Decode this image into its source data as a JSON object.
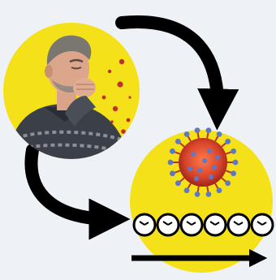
{
  "illustration": {
    "background_color": "#eef1f6",
    "circle_color": "#f5e11a",
    "arrow_color": "#000000",
    "person_circle": {
      "subject": "man-coughing",
      "droplets": "sneeze-droplets"
    },
    "virus_circle": {
      "subject": "coronavirus-particle",
      "virus_color": "#d9452b",
      "spike_color": "#5e78c8",
      "clocks": [
        "clock",
        "clock",
        "clock",
        "clock",
        "clock",
        "clock"
      ],
      "timeline": "time-arrow"
    },
    "arrows": [
      "arrow-top-curved",
      "arrow-bottom-curved",
      "time-arrow"
    ]
  }
}
